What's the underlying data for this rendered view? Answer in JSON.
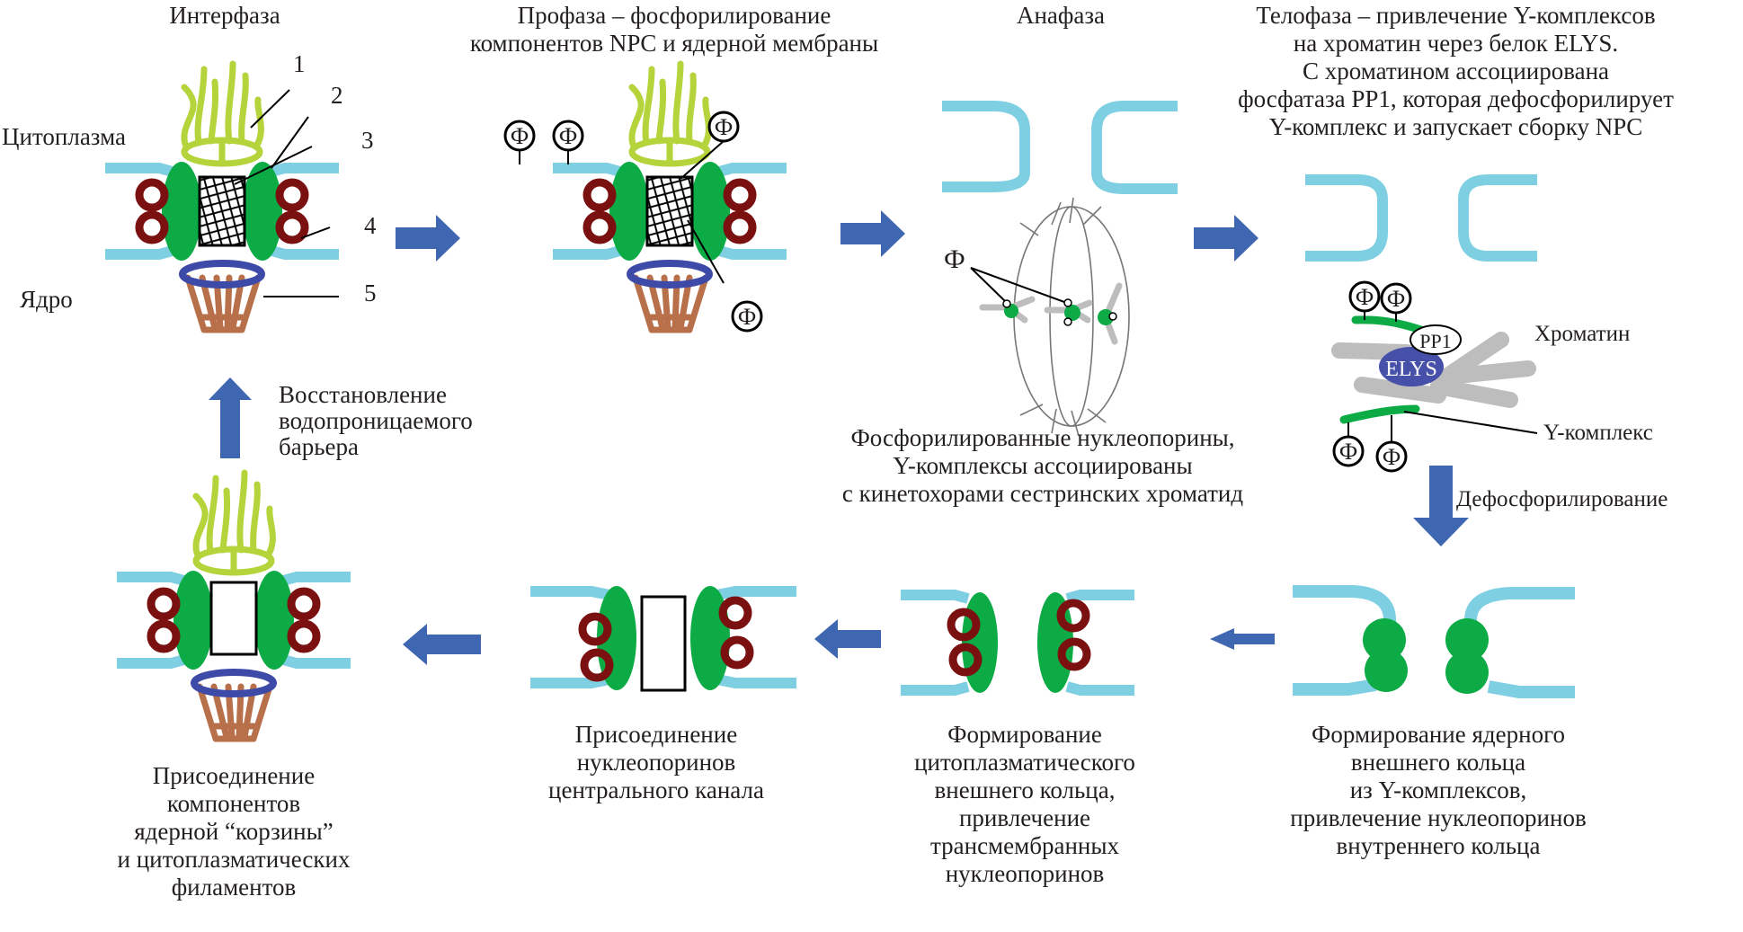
{
  "figure": {
    "colors": {
      "membrane": "#7fcfe3",
      "ring_green": "#0cab45",
      "filament": "#b5d33a",
      "transmembrane": "#7b1010",
      "basket_ring": "#3d4aa8",
      "basket": "#b8704a",
      "arrow": "#3f66b1",
      "chromatin": "#bdbdbd",
      "elys": "#4650a8"
    },
    "stages": {
      "interphase": {
        "title": "Интерфаза",
        "cytoplasm_label": "Цитоплазма",
        "nucleus_label": "Ядро",
        "numbers": [
          "1",
          "2",
          "3",
          "4",
          "5"
        ]
      },
      "prophase": {
        "title_lines": [
          "Профаза – фосфорилирование",
          "компонентов NPC и ядерной мембраны"
        ],
        "phospho_symbol": "Ф"
      },
      "anaphase": {
        "title": "Анафаза",
        "phospho_symbol": "Ф",
        "caption_lines": [
          "Фосфорилированные нуклеопорины,",
          "Y-комплексы ассоциированы",
          "с кинетохорами сестринских хроматид"
        ]
      },
      "telophase": {
        "title_lines": [
          "Телофаза – привлечение Y-комплексов",
          "на хроматин через белок ELYS.",
          "С хроматином ассоциирована",
          "фосфатаза PP1, которая дефосфорилирует",
          "Y-комплекс и запускает сборку NPC"
        ],
        "pp1_label": "PP1",
        "elys_label": "ELYS",
        "chromatin_label": "Хроматин",
        "ycomplex_label": "Y-комплекс",
        "phospho_symbol": "Ф"
      },
      "dephosphorylation": {
        "label": "Дефосфорилирование"
      },
      "outer_ring": {
        "caption_lines": [
          "Формирование ядерного",
          "внешнего кольца",
          "из Y-комплексов,",
          "привлечение нуклеопоринов",
          "внутреннего кольца"
        ]
      },
      "cytoplasmic_ring": {
        "caption_lines": [
          "Формирование",
          "цитоплазматического",
          "внешнего кольца,",
          "привлечение",
          "трансмембранных",
          "нуклеопоринов"
        ]
      },
      "central_channel": {
        "caption_lines": [
          "Присоединение",
          "нуклеопоринов",
          "центрального канала"
        ]
      },
      "basket": {
        "caption_lines": [
          "Присоединение",
          "компонентов",
          "ядерной “корзины”",
          "и цитоплазматических",
          "филаментов"
        ]
      },
      "barrier": {
        "label_lines": [
          "Восстановление",
          "водопроницаемого",
          "барьера"
        ]
      }
    }
  }
}
